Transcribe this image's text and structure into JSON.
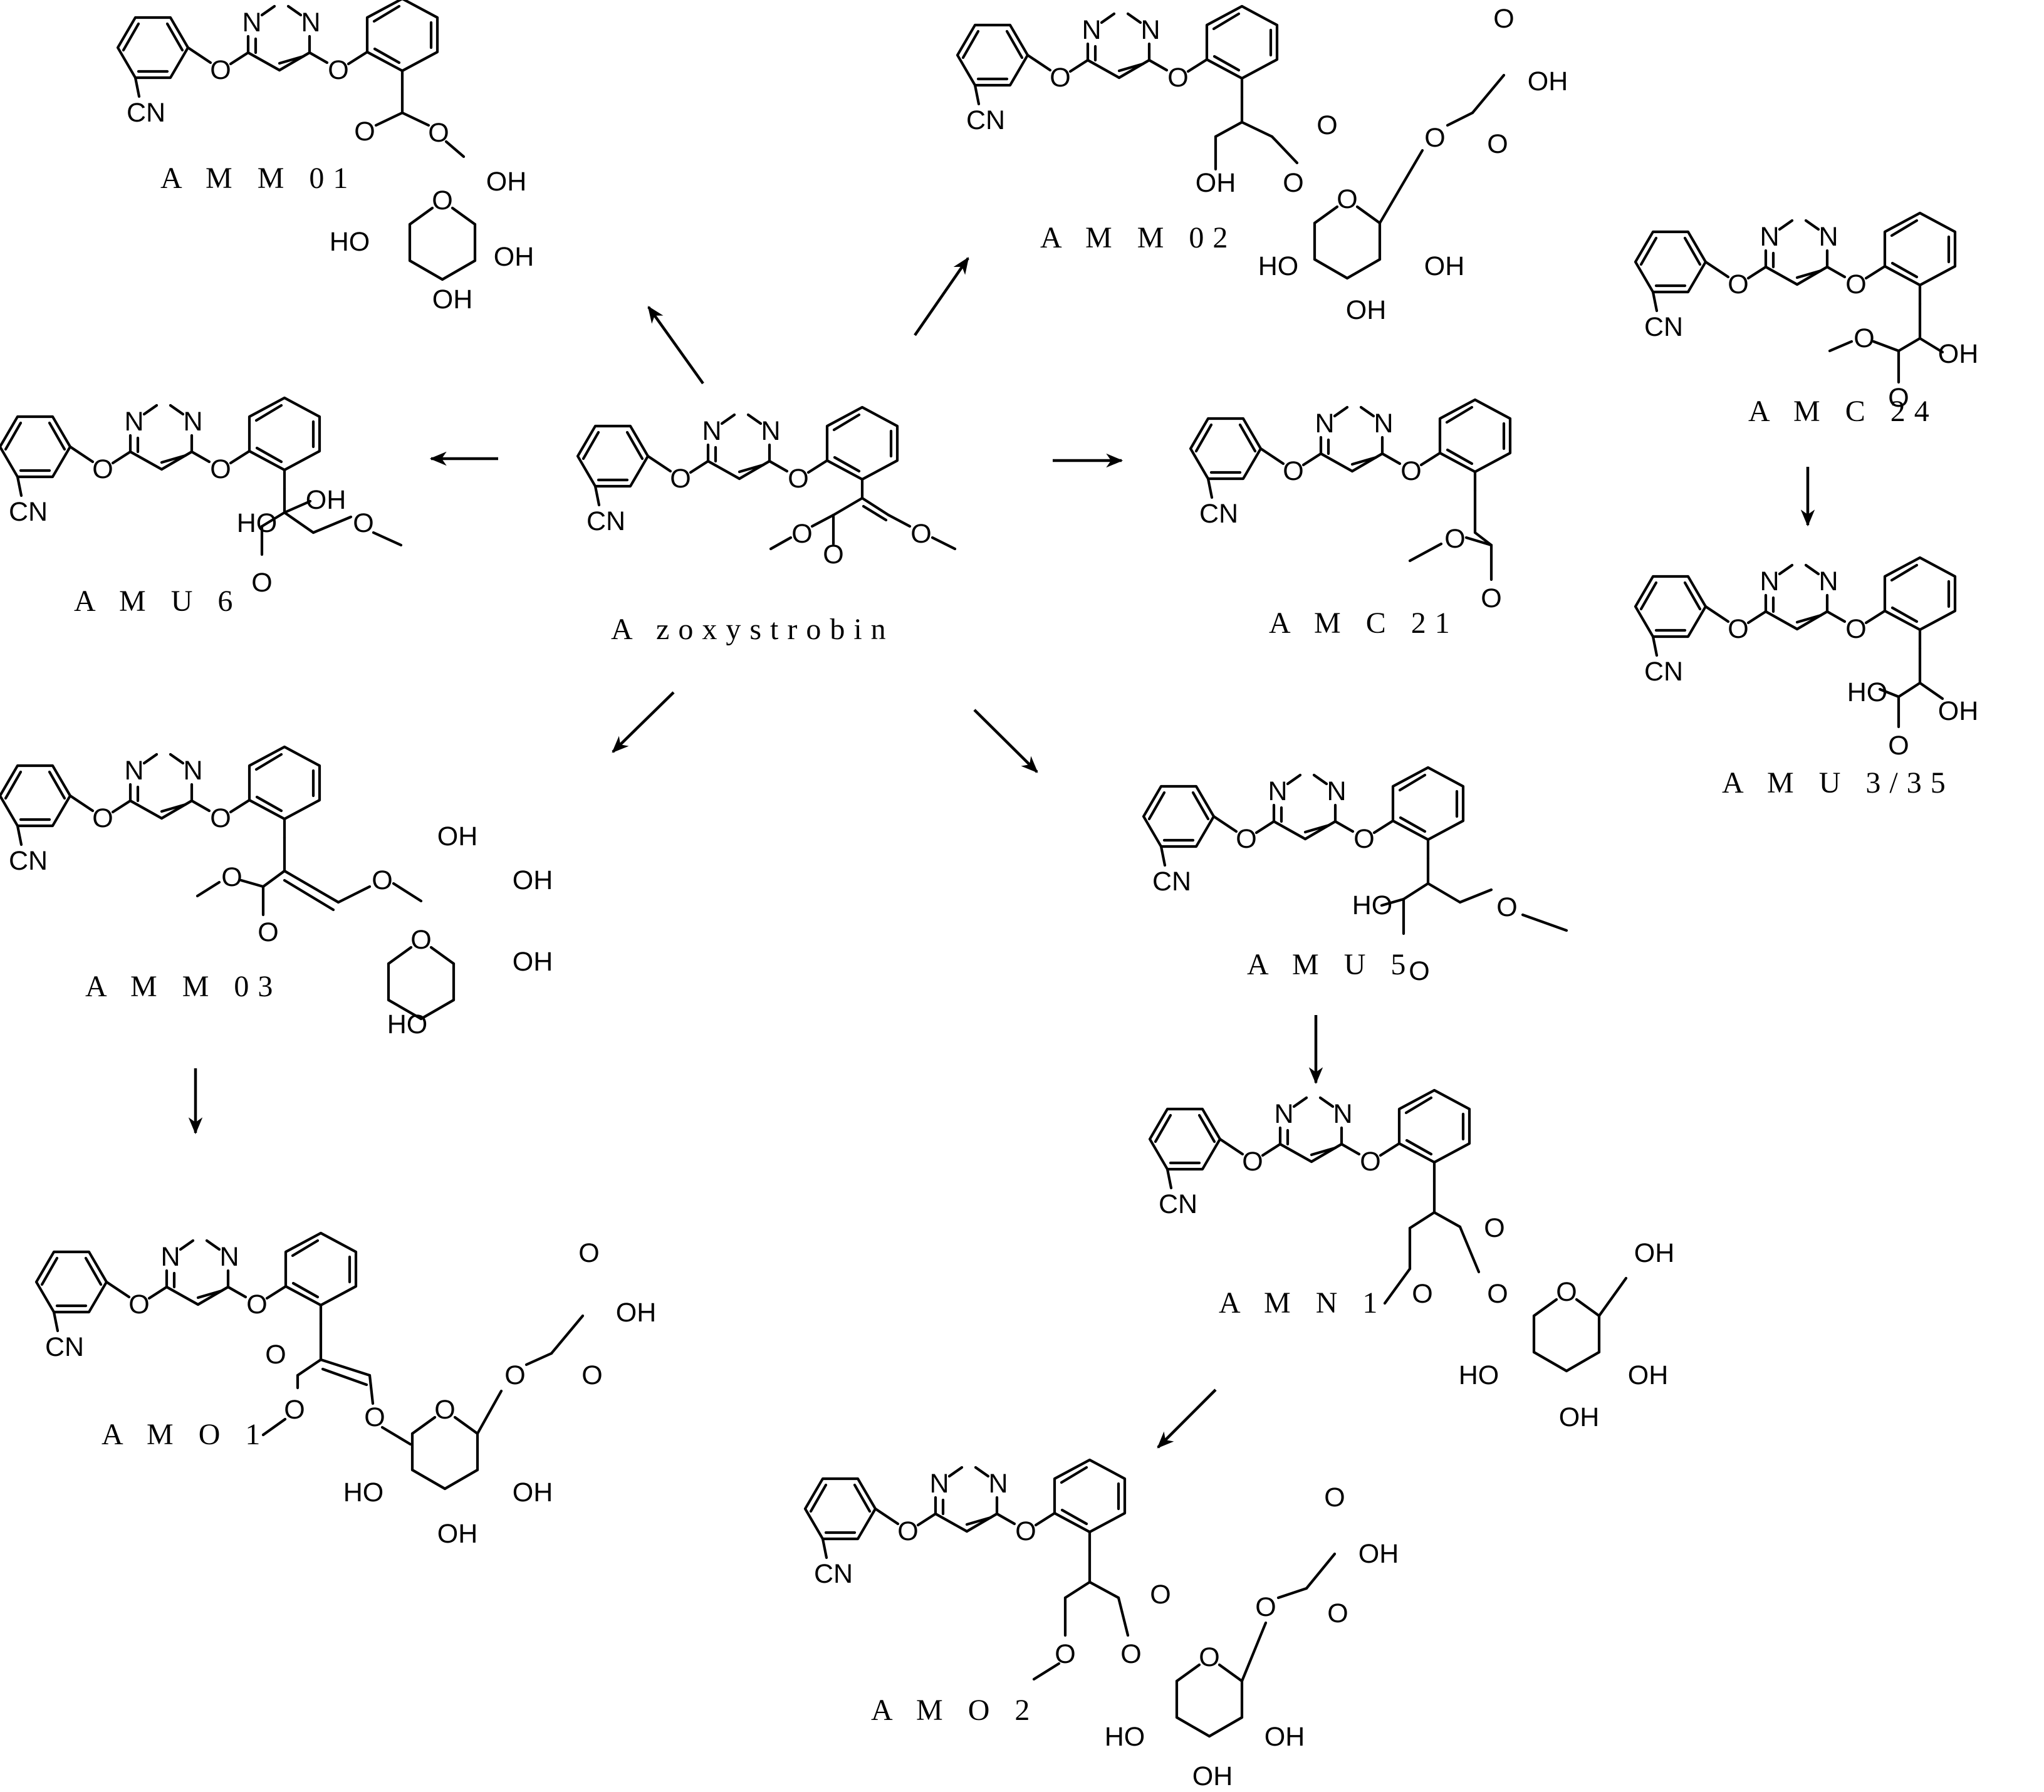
{
  "compounds": {
    "azoxystrobin": "A zoxystrobin",
    "amm01": "A M M  01",
    "amm02": "A M M  02",
    "amm03": "A M M  03",
    "amu6": "A M U  6",
    "amc21": "A M C 21",
    "amc24": "A M C 24",
    "amu335": "A M U  3/35",
    "amu5": "A M U  5",
    "amn1": "A M N  1",
    "amo1": "A M O  1",
    "amo2": "A M O  2"
  },
  "atoms": {
    "n": "N",
    "o": "O",
    "cn": "CN",
    "oh": "OH",
    "ho": "HO"
  }
}
